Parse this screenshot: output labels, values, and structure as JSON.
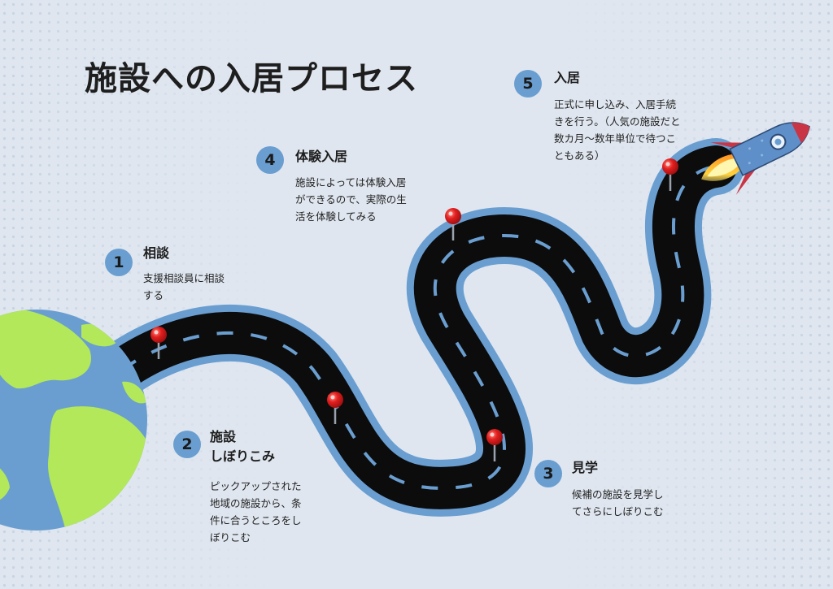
{
  "title": "施設への入居プロセス",
  "colors": {
    "background": "#dfe6ef",
    "road": "#0c0c0c",
    "road_border": "#6a9ed0",
    "badge": "#6a9ed0",
    "pin": "#e21e1e",
    "earth_ocean": "#6a9ed0",
    "earth_land": "#b2e85a"
  },
  "icons": [
    "earth-icon",
    "rocket-icon",
    "map-pin-icon"
  ],
  "steps": [
    {
      "number": "1",
      "title": "相談",
      "desc": [
        "支援相談員に相談",
        "する"
      ]
    },
    {
      "number": "2",
      "title": "施設\nしぼりこみ",
      "desc": [
        "ピックアップされた",
        "地域の施設から、条",
        "件に合うところをし",
        "ぼりこむ"
      ]
    },
    {
      "number": "3",
      "title": "見学",
      "desc": [
        "候補の施設を見学し",
        "てさらにしぼりこむ"
      ]
    },
    {
      "number": "4",
      "title": "体験入居",
      "desc": [
        "施設によっては体験入居",
        "ができるので、実際の生",
        "活を体験してみる"
      ]
    },
    {
      "number": "5",
      "title": "入居",
      "desc": [
        "正式に申し込み、入居手続",
        "きを行う。（人気の施設だと",
        "数カ月〜数年単位で待つこ",
        "ともある）"
      ]
    }
  ]
}
